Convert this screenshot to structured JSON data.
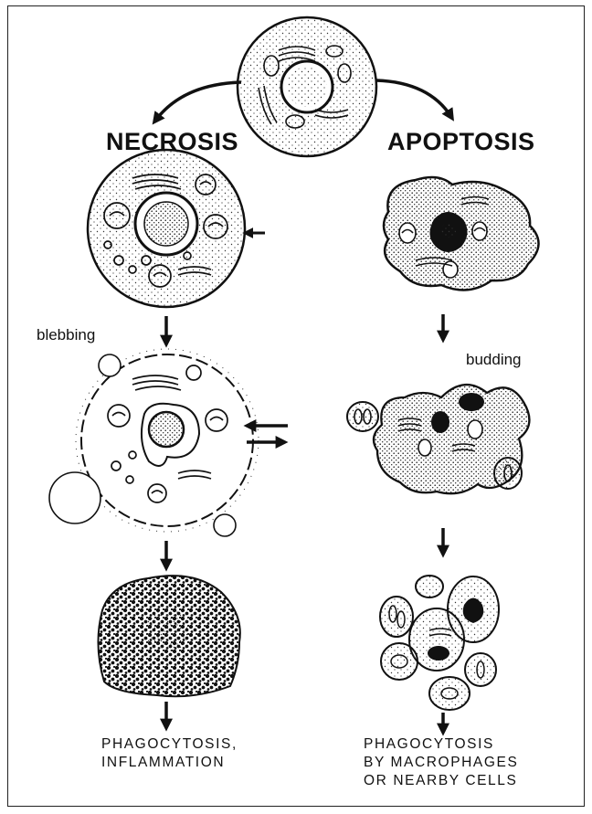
{
  "headings": {
    "left": "NECROSIS",
    "right": "APOPTOSIS"
  },
  "labels": {
    "blebbing": "blebbing",
    "budding": "budding"
  },
  "outcomes": {
    "necrosis": [
      "PHAGOCYTOSIS,",
      "INFLAMMATION"
    ],
    "apoptosis": [
      "PHAGOCYTOSIS",
      "BY MACROPHAGES",
      "OR NEARBY CELLS"
    ]
  }
}
